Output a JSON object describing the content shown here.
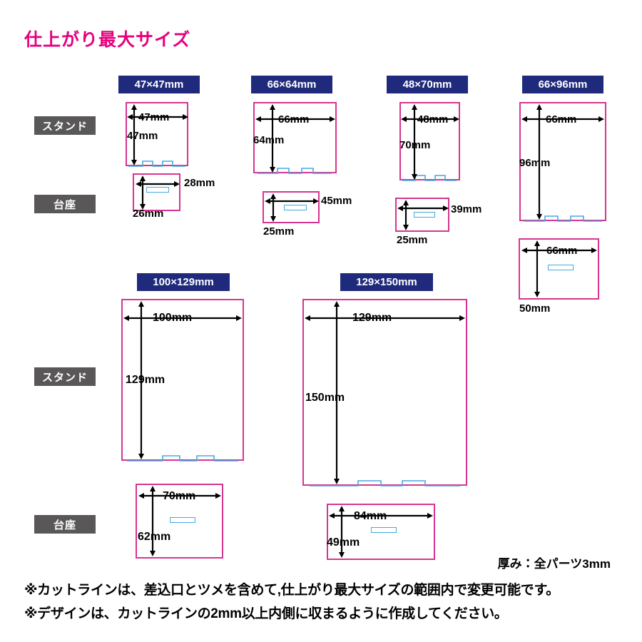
{
  "title": "仕上がり最大サイズ",
  "accent_colors": {
    "title_pink": "#e6007e",
    "badge_navy": "#1f2a7c",
    "cutline_magenta": "#d6358f",
    "slot_blue": "#45a8e0",
    "label_gray": "#595757"
  },
  "row_labels": {
    "stand_top": "スタンド",
    "base_top": "台座",
    "stand_bottom": "スタンド",
    "base_bottom": "台座"
  },
  "columns": [
    {
      "badge": "47×47mm",
      "stand": {
        "width_label": "47mm",
        "height_label": "47mm"
      },
      "base": {
        "width_label": "28mm",
        "height_label": "26mm"
      }
    },
    {
      "badge": "66×64mm",
      "stand": {
        "width_label": "66mm",
        "height_label": "64mm"
      },
      "base": {
        "width_label": "45mm",
        "height_label": "25mm"
      }
    },
    {
      "badge": "48×70mm",
      "stand": {
        "width_label": "48mm",
        "height_label": "70mm"
      },
      "base": {
        "width_label": "39mm",
        "height_label": "25mm"
      }
    },
    {
      "badge": "66×96mm",
      "stand": {
        "width_label": "66mm",
        "height_label": "96mm"
      },
      "base": {
        "width_label": "66mm",
        "height_label": "50mm"
      }
    },
    {
      "badge": "100×129mm",
      "stand": {
        "width_label": "100mm",
        "height_label": "129mm"
      },
      "base": {
        "width_label": "70mm",
        "height_label": "62mm"
      }
    },
    {
      "badge": "129×150mm",
      "stand": {
        "width_label": "129mm",
        "height_label": "150mm"
      },
      "base": {
        "width_label": "84mm",
        "height_label": "49mm"
      }
    }
  ],
  "footer": {
    "thickness": "厚み：全パーツ3mm",
    "note_1": "※カットラインは、差込口とツメを含めて,仕上がり最大サイズの範囲内で変更可能です。",
    "note_2": "※デザインは、カットラインの2mm以上内側に収まるように作成してください。"
  }
}
